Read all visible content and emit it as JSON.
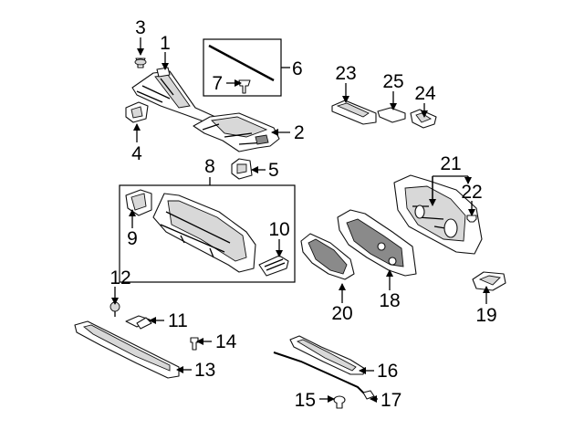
{
  "callouts": {
    "c1": "1",
    "c2": "2",
    "c3": "3",
    "c4": "4",
    "c5": "5",
    "c6": "6",
    "c7": "7",
    "c8": "8",
    "c9": "9",
    "c10": "10",
    "c11": "11",
    "c12": "12",
    "c13": "13",
    "c14": "14",
    "c15": "15",
    "c16": "16",
    "c17": "17",
    "c18": "18",
    "c19": "19",
    "c20": "20",
    "c21": "21",
    "c22": "22",
    "c23": "23",
    "c24": "24",
    "c25": "25"
  },
  "colors": {
    "line": "#000000",
    "fill": "#ffffff",
    "shade": "#d8d8d8"
  }
}
